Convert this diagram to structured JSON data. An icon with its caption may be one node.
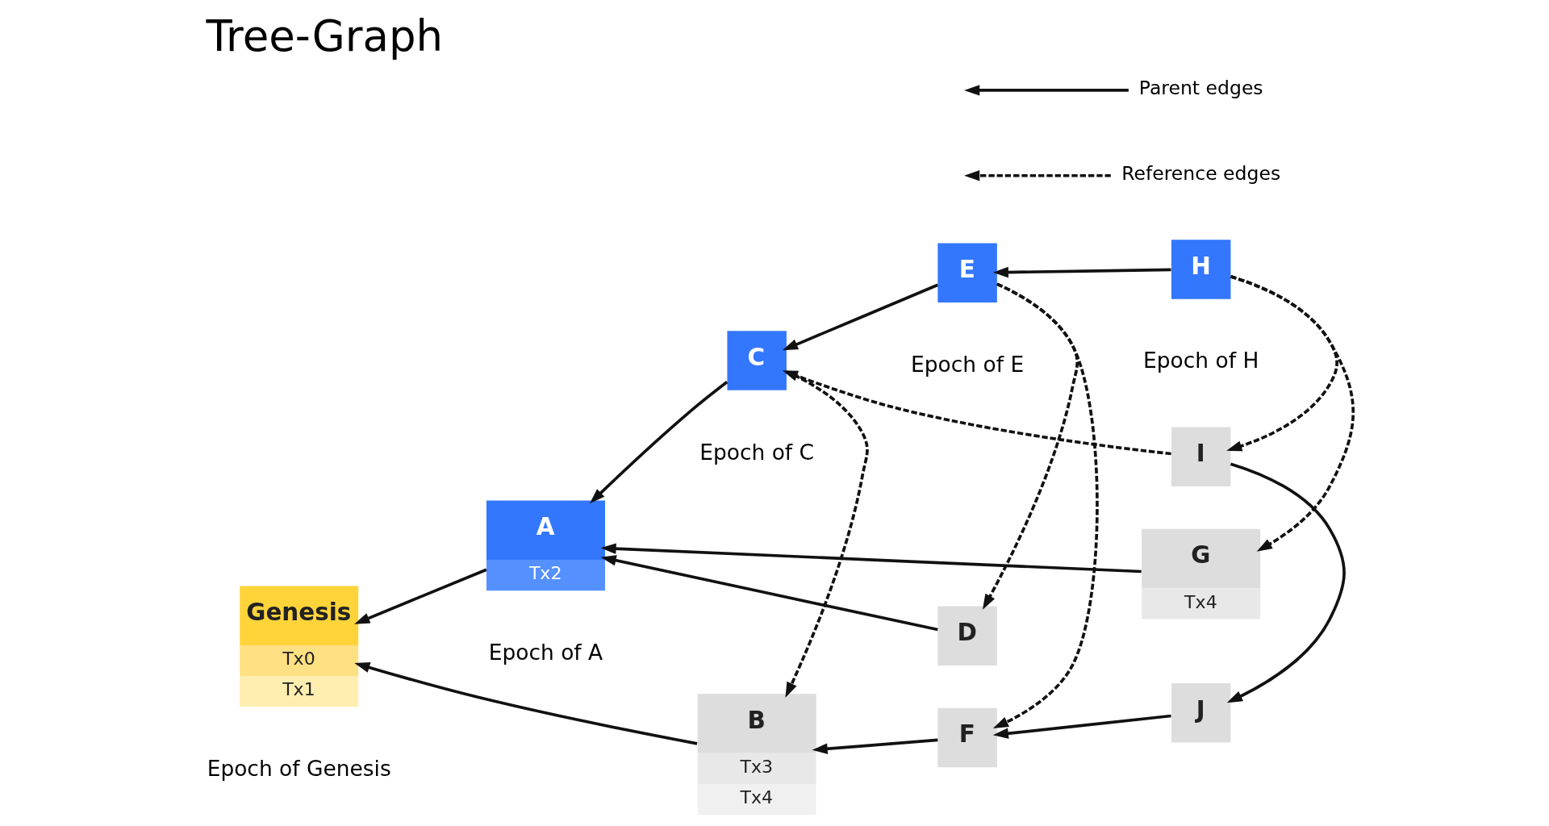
{
  "diagram": {
    "title": "Tree-Graph",
    "nodes": [
      {
        "text": [
          "D"
        ]
      },
      {
        "text": [
          "G",
          "Tx4"
        ]
      },
      {
        "text": [
          "Genesis",
          "Tx0",
          "Tx1"
        ]
      },
      {
        "text": [
          "A",
          "Tx2"
        ]
      },
      {
        "text": [
          "C"
        ]
      },
      {
        "text": [
          "E"
        ]
      },
      {
        "text": [
          "H"
        ]
      },
      {
        "text": [
          "B",
          "Tx3",
          "Tx4"
        ]
      },
      {
        "text": [
          "F"
        ]
      },
      {
        "text": [
          "J"
        ]
      },
      {
        "text": [
          "I"
        ]
      }
    ],
    "edges": [
      {
        "from": 0,
        "to": 3,
        "arrow": "to"
      },
      {
        "from": 1,
        "to": 3,
        "arrow": "to"
      },
      {
        "from": 3,
        "to": 2,
        "arrow": "to"
      },
      {
        "from": 4,
        "to": 3,
        "arrow": "to"
      },
      {
        "from": 5,
        "to": 4,
        "arrow": "to"
      },
      {
        "from": 6,
        "to": 5,
        "arrow": "to"
      },
      {
        "from": 7,
        "to": 2,
        "arrow": "to"
      },
      {
        "from": 8,
        "to": 7,
        "arrow": "to"
      },
      {
        "from": 9,
        "to": 8,
        "arrow": "to"
      },
      {
        "from": 10,
        "to": 9,
        "arrow": "to"
      },
      {
        "from": 5,
        "to": 0,
        "arrow": "to",
        "style": "dashed"
      },
      {
        "from": 6,
        "to": 1,
        "arrow": "to",
        "style": "dashed"
      },
      {
        "from": 4,
        "to": 7,
        "arrow": "to",
        "style": "dashed"
      },
      {
        "from": 5,
        "to": 8,
        "arrow": "to",
        "style": "dashed"
      },
      {
        "from": 6,
        "to": 10,
        "arrow": "to",
        "style": "dashed"
      },
      {
        "from": 10,
        "to": 4,
        "arrow": "to",
        "style": "dashed"
      }
    ],
    "labels": [
      "Epoch of Genesis",
      "Epoch of A",
      "Epoch of C",
      "Epoch of E",
      "Epoch of H"
    ],
    "legend": [
      {
        "text": "Parent edges"
      },
      {
        "text": "Reference edges"
      }
    ]
  }
}
